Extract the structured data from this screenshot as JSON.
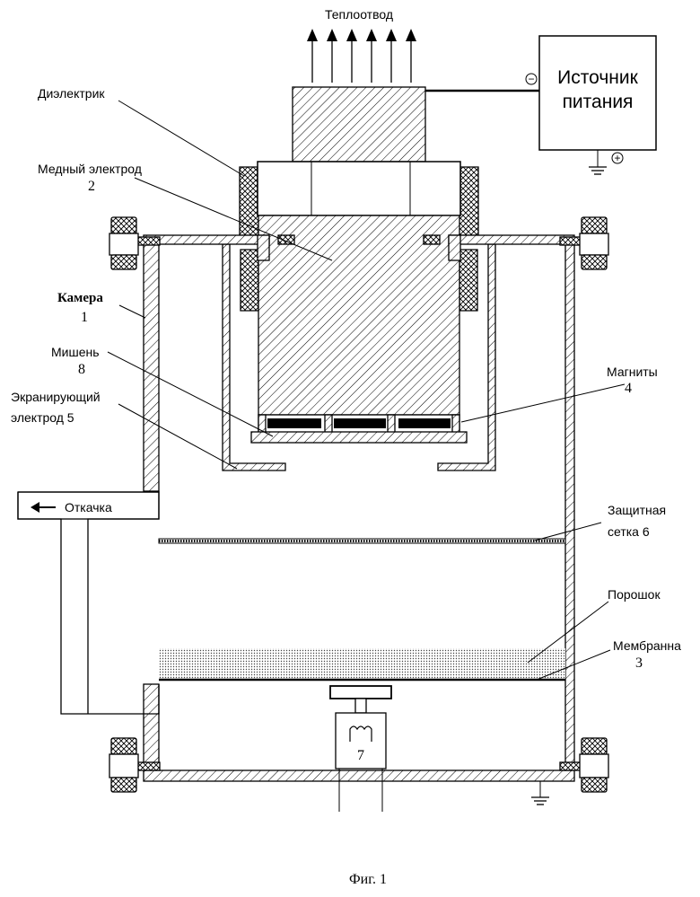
{
  "labels": {
    "heat_sink": "Теплоотвод",
    "power_source_line1": "Источник",
    "power_source_line2": "питания",
    "dielectric": "Диэлектрик",
    "copper_electrode": "Медный электрод",
    "copper_electrode_num": "2",
    "chamber": "Камера",
    "chamber_num": "1",
    "target": "Мишень",
    "target_num": "8",
    "shield_electrode_line1": "Экранирующий",
    "shield_electrode_line2": "электрод 5",
    "magnets": "Магниты",
    "magnets_num": "4",
    "pumping": "Откачка",
    "protective_grid_line1": "Защитная",
    "protective_grid_line2": "сетка 6",
    "powder": "Порошок",
    "membrane": "Мембранна",
    "membrane_num": "3",
    "vibrator_num": "7",
    "minus_sign": "−",
    "plus_sign": "+",
    "figure_caption": "Фиг. 1"
  }
}
